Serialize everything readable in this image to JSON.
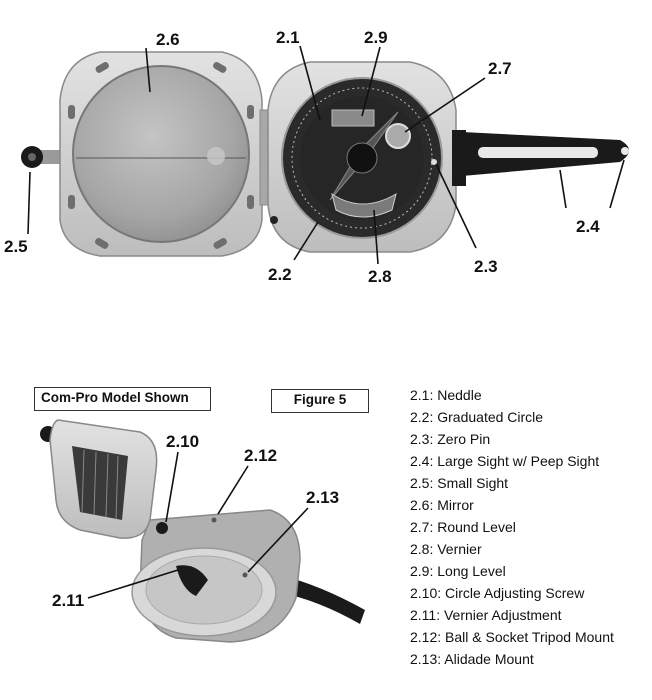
{
  "callouts": {
    "c2_1": "2.1",
    "c2_2": "2.2",
    "c2_3": "2.3",
    "c2_4": "2.4",
    "c2_5": "2.5",
    "c2_6": "2.6",
    "c2_7": "2.7",
    "c2_8": "2.8",
    "c2_9": "2.9",
    "c2_10": "2.10",
    "c2_11": "2.11",
    "c2_12": "2.12",
    "c2_13": "2.13"
  },
  "model_box": "Com-Pro Model Shown",
  "figure_box": "Figure 5",
  "legend": [
    "2.1: Neddle",
    "2.2: Graduated Circle",
    "2.3: Zero Pin",
    "2.4: Large Sight w/ Peep Sight",
    "2.5:  Small Sight",
    "2.6:  Mirror",
    "2.7:  Round Level",
    "2.8:  Vernier",
    "2.9:  Long Level",
    "2.10: Circle Adjusting Screw",
    "2.11: Vernier Adjustment",
    "2.12: Ball & Socket Tripod Mount",
    "2.13: Alidade Mount"
  ],
  "colors": {
    "body": "#cfcfcf",
    "body_dark": "#9a9a9a",
    "dark": "#1a1a1a",
    "mirror": "#a8a8a8",
    "line": "#111111"
  }
}
